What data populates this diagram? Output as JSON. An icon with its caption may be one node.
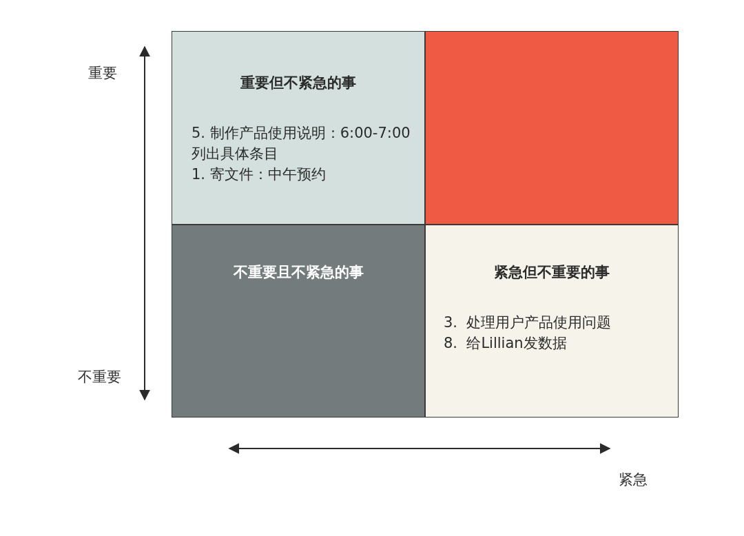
{
  "diagram": {
    "nodes": [
      {
        "text": [
          "重要但不紧急的事",
          "5. 制作产品使用说明：6:00-7:00列出具体条目",
          "1. 寄文件：中午预约"
        ]
      },
      {
        "text": [],
        "shape": "box"
      },
      {
        "text": [
          "不重要且不紧急的事"
        ]
      },
      {
        "text": [
          "紧急但不重要的事",
          "3.  处理用户产品使用问题",
          "8.  给Lillian发数据"
        ]
      }
    ],
    "labels": [
      "重要",
      "不重要",
      "紧急"
    ]
  }
}
